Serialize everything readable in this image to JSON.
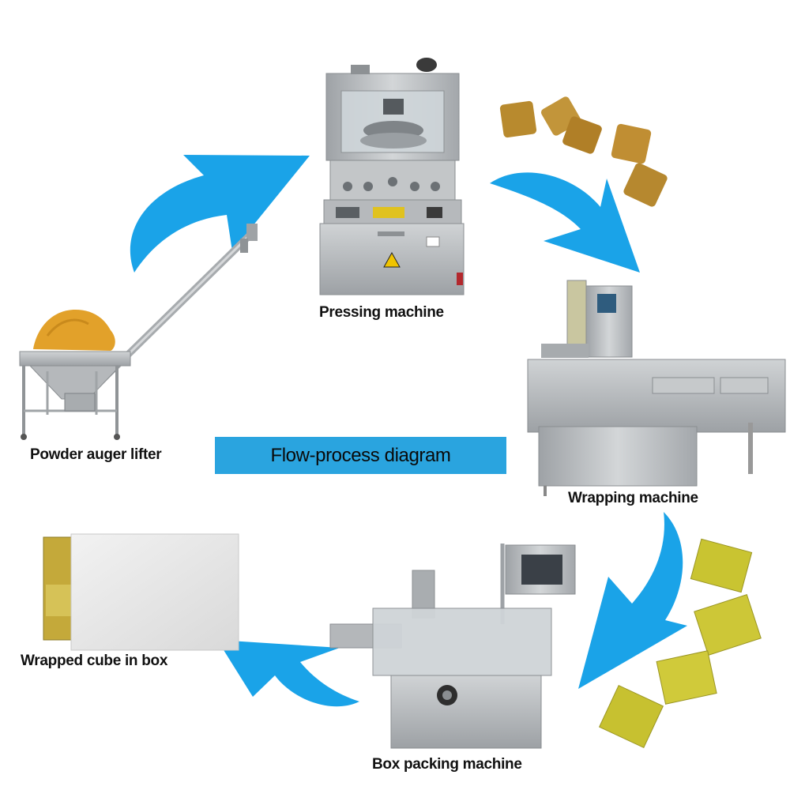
{
  "title": "Flow-process diagram",
  "steps": {
    "auger": "Powder auger lifter",
    "press": "Pressing machine",
    "wrap": "Wrapping machine",
    "box_pack": "Box packing machine",
    "final": "Wrapped cube in box"
  },
  "colors": {
    "arrow": "#1aa3e8",
    "banner": "#2aa4df",
    "steel": "#b9bcbf",
    "cube_brown": "#b88a2e",
    "cube_yellow": "#c9c431",
    "powder": "#e2a12a"
  }
}
